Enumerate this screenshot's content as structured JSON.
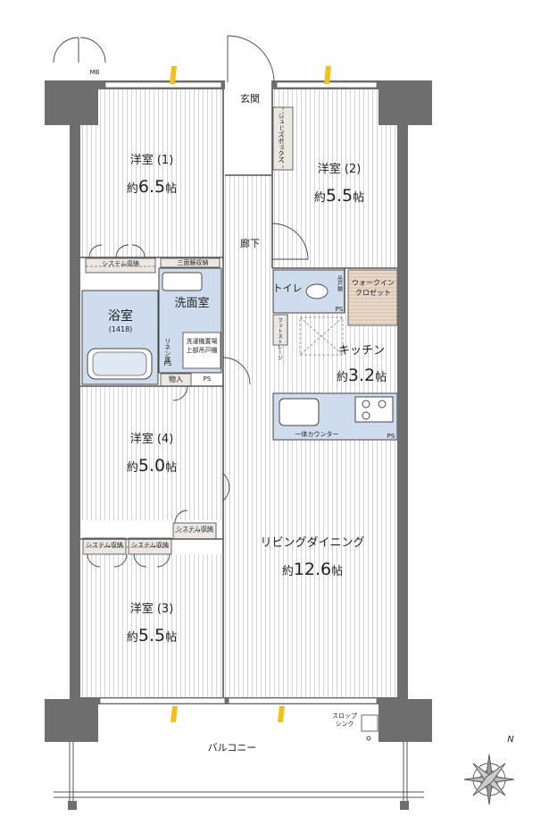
{
  "rooms": {
    "western1": {
      "name": "洋室 (1)",
      "size_prefix": "約",
      "size": "6.5",
      "unit": "帖"
    },
    "western2": {
      "name": "洋室 (2)",
      "size_prefix": "約",
      "size": "5.5",
      "unit": "帖"
    },
    "western3": {
      "name": "洋室 (3)",
      "size_prefix": "約",
      "size": "5.5",
      "unit": "帖"
    },
    "western4": {
      "name": "洋室 (4)",
      "size_prefix": "約",
      "size": "5.0",
      "unit": "帖"
    },
    "kitchen": {
      "name": "キッチン",
      "size_prefix": "約",
      "size": "3.2",
      "unit": "帖"
    },
    "ldk": {
      "name": "リビングダイニング",
      "size_prefix": "約",
      "size": "12.6",
      "unit": "帖"
    },
    "bathroom": {
      "name": "浴室",
      "sub": "(1418)"
    },
    "washroom": {
      "name": "洗面室"
    },
    "toilet": {
      "name": "トイレ"
    },
    "entrance": {
      "name": "玄関"
    },
    "hallway": {
      "name": "廊下"
    },
    "balcony": {
      "name": "バルコニー"
    }
  },
  "storage": {
    "system1": "システム収納",
    "system2": "システム収納",
    "system3": "システム収納",
    "system4": "システム収納",
    "mirror": "三面鏡収納",
    "shoe_box": "シューズボックス",
    "walk_in_1": "ウォークイン",
    "walk_in_2": "クロゼット",
    "storeroom": "物入",
    "linen": "リネン庫",
    "washer_1": "洗濯機置場",
    "washer_2": "上部吊戸棚",
    "foot_storage": "フットストレージ",
    "toilet_shelf": "吊戸棚",
    "counter": "一体カウンター",
    "slop_sink_1": "スロップ",
    "slop_sink_2": "シンク"
  },
  "misc": {
    "ps": "PS",
    "mb": "MB",
    "north": "N"
  },
  "colors": {
    "wall": "#6e6e6e",
    "floor_stripe": "#d2d2d2",
    "wet_area": "#cfdced",
    "storage": "#ece8e1",
    "walkin": "#ead9c9",
    "vent": "#f2c01b"
  }
}
